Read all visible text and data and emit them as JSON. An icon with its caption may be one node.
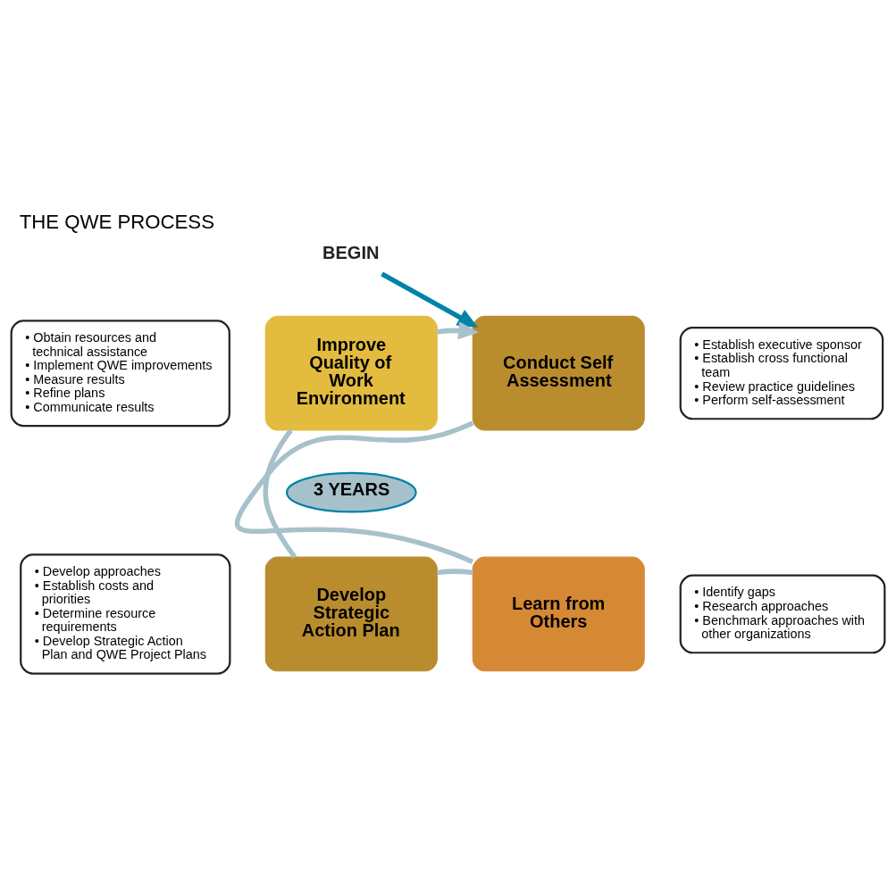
{
  "diagram": {
    "title": "THE QWE PROCESS",
    "nodes": [
      {
        "text": [
          "BEGIN"
        ]
      },
      {
        "text": [
          "Conduct Self Assessment"
        ]
      },
      {
        "text": [
          "Learn from Others"
        ]
      },
      {
        "text": [
          "Develop Strategic Action Plan"
        ]
      },
      {
        "text": [
          "Improve Quality of Work Environment"
        ]
      },
      {
        "text": [
          "3 YEARS"
        ]
      },
      {
        "text": [
          "• Establish executive sponsor",
          "• Establish cross functional team",
          "• Review practice guidelines",
          "• Perform self-assessment"
        ]
      },
      {
        "text": [
          "• Identify gaps",
          "• Research approaches",
          "• Benchmark approaches with other organizations"
        ]
      },
      {
        "text": [
          "• Develop approaches",
          "• Establish costs and priorities",
          "• Determine resource requirements",
          "• Develop Strategic Action Plan and QWE Project Plans"
        ]
      },
      {
        "text": [
          "• Obtain resources and technical assistance",
          "• Implement QWE improvements",
          "• Measure results",
          "• Refine plans",
          "• Communicate results"
        ]
      }
    ],
    "edges": [
      {
        "from": 0,
        "to": 1,
        "arrow": "to",
        "color": "#0083a9"
      },
      {
        "from": 1,
        "to": 2,
        "arrow": "none"
      },
      {
        "from": 2,
        "to": 3,
        "arrow": "none"
      },
      {
        "from": 3,
        "to": 4,
        "arrow": "none"
      },
      {
        "from": 4,
        "to": 1,
        "arrow": "to"
      }
    ]
  }
}
